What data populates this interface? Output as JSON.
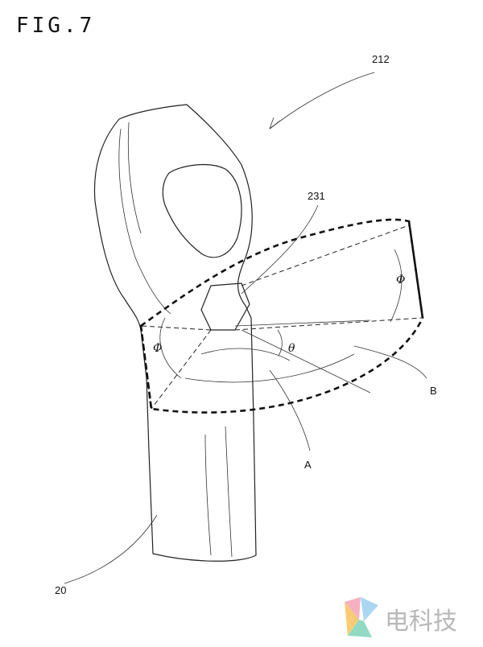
{
  "figure_label": "FIG.7",
  "labels": {
    "ref_212": "212",
    "ref_231": "231",
    "ref_20": "20",
    "label_a": "A",
    "label_b": "B",
    "phi_right": "Φ",
    "phi_left": "Φ",
    "theta": "θ"
  },
  "watermark": {
    "text": "电科技",
    "colors": [
      "#f4a3b5",
      "#9ad0f0",
      "#f7c35c",
      "#7fd3b8"
    ]
  }
}
